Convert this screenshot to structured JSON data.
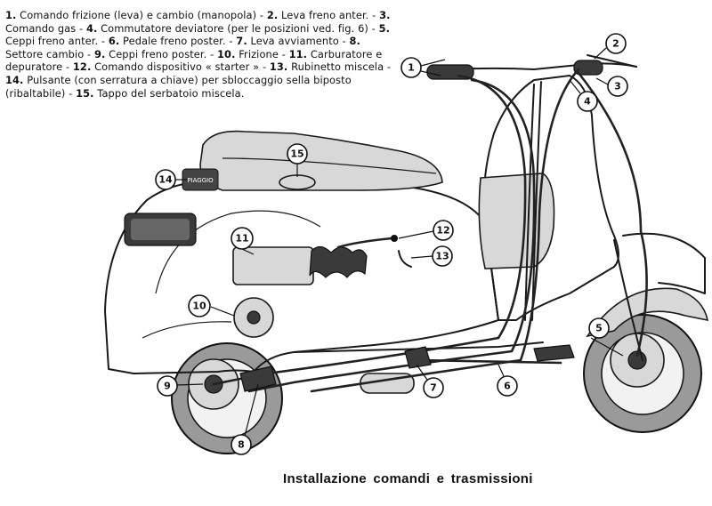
{
  "legend": [
    {
      "num": "1.",
      "text": " Comando frizione (leva) e cambio (manopola) - "
    },
    {
      "num": "2.",
      "text": " Leva freno anter. - "
    },
    {
      "num": "3.",
      "text": " Comando gas - "
    },
    {
      "num": "4.",
      "text": " Commutatore deviatore (per le posizioni ved. fig. 6) - "
    },
    {
      "num": "5.",
      "text": " Ceppi freno anter. - "
    },
    {
      "num": "6.",
      "text": " Pedale freno poster. - "
    },
    {
      "num": "7.",
      "text": " Leva avviamento - "
    },
    {
      "num": "8.",
      "text": " Settore cambio - "
    },
    {
      "num": "9.",
      "text": " Ceppi freno poster. - "
    },
    {
      "num": "10.",
      "text": " Frizione - "
    },
    {
      "num": "11.",
      "text": " Carburatore e depuratore - "
    },
    {
      "num": "12.",
      "text": " Comando dispositivo « starter » - "
    },
    {
      "num": "13.",
      "text": " Rubinetto miscela - "
    },
    {
      "num": "14.",
      "text": " Pulsante (con serratura a chiave) per sbloccaggio sella biposto (ribaltabile) - "
    },
    {
      "num": "15.",
      "text": " Tappo del serbatoio miscela."
    }
  ],
  "caption": "Installazione comandi e trasmissioni",
  "badge_text": "PIAGGIO",
  "callouts": [
    "1",
    "2",
    "3",
    "4",
    "5",
    "6",
    "7",
    "8",
    "9",
    "10",
    "11",
    "12",
    "13",
    "14",
    "15"
  ]
}
